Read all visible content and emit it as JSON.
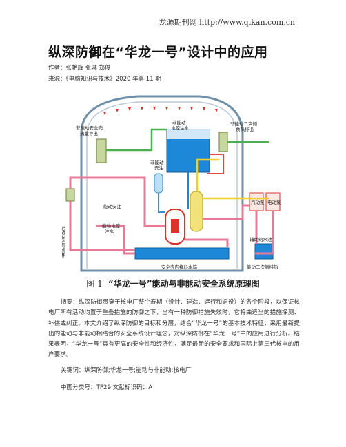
{
  "header": {
    "site": "龙源期刊网 http://www.qikan.com.cn"
  },
  "article": {
    "title": "纵深防御在“华龙一号”设计中的应用",
    "authors_label": "作者：",
    "authors": "张艳辉 张琳 郑俊",
    "source_label": "来源：",
    "source": "《电脑知识与技术》2020 年第 11 期"
  },
  "figure": {
    "number": "图 1",
    "caption": "“华龙一号”能动与非能动安全系统原理图",
    "labels": {
      "passive_heat": "非能动安全壳\n热量导出",
      "passive_injection": "非能动\n堆腔注水",
      "secondary_passive": "非能动二次侧\n余热排出",
      "passive_safety_inj": "非能动\n安注",
      "spray": "能动安全壳喷淋",
      "active_inj": "能动安注",
      "active_cavity": "能动堆腔\n注水",
      "steam_pump": "汽动泵",
      "motor_pump": "电动泵",
      "aux_feed": "辅助给水池",
      "ircwst": "安全壳内换料水箱",
      "secondary_active": "能动二次侧排热"
    }
  },
  "abstract": {
    "label": "摘要：",
    "text": "纵深防御贯穿于核电厂整个寿期（设计、建造、运行和退役）的各个阶段，以保证核电厂所有活动均置于重叠措施的防御之下，当有一种防御措施失效时，它将由适当的措施探测、补偿或纠正。本文介绍了纵深防御的目标和分层，结合“华龙一号”的基本技术特征，采用最新提出的能动与非能动相结合的安全系统设计理念，对纵深防御在“华龙一号”中的应用进行分析。结果表明，“华龙一号”具有更高的安全性和经济性，满足最新的安全要求和国际上第三代核电的用户要求。"
  },
  "keywords": {
    "label": "关键词：",
    "text": "纵深防御;华龙一号;能动与非能动;核电厂"
  },
  "classification": {
    "label": "中图分类号：",
    "clc": "TP29",
    "doc_label": "文献标识码：",
    "doc": "A"
  }
}
